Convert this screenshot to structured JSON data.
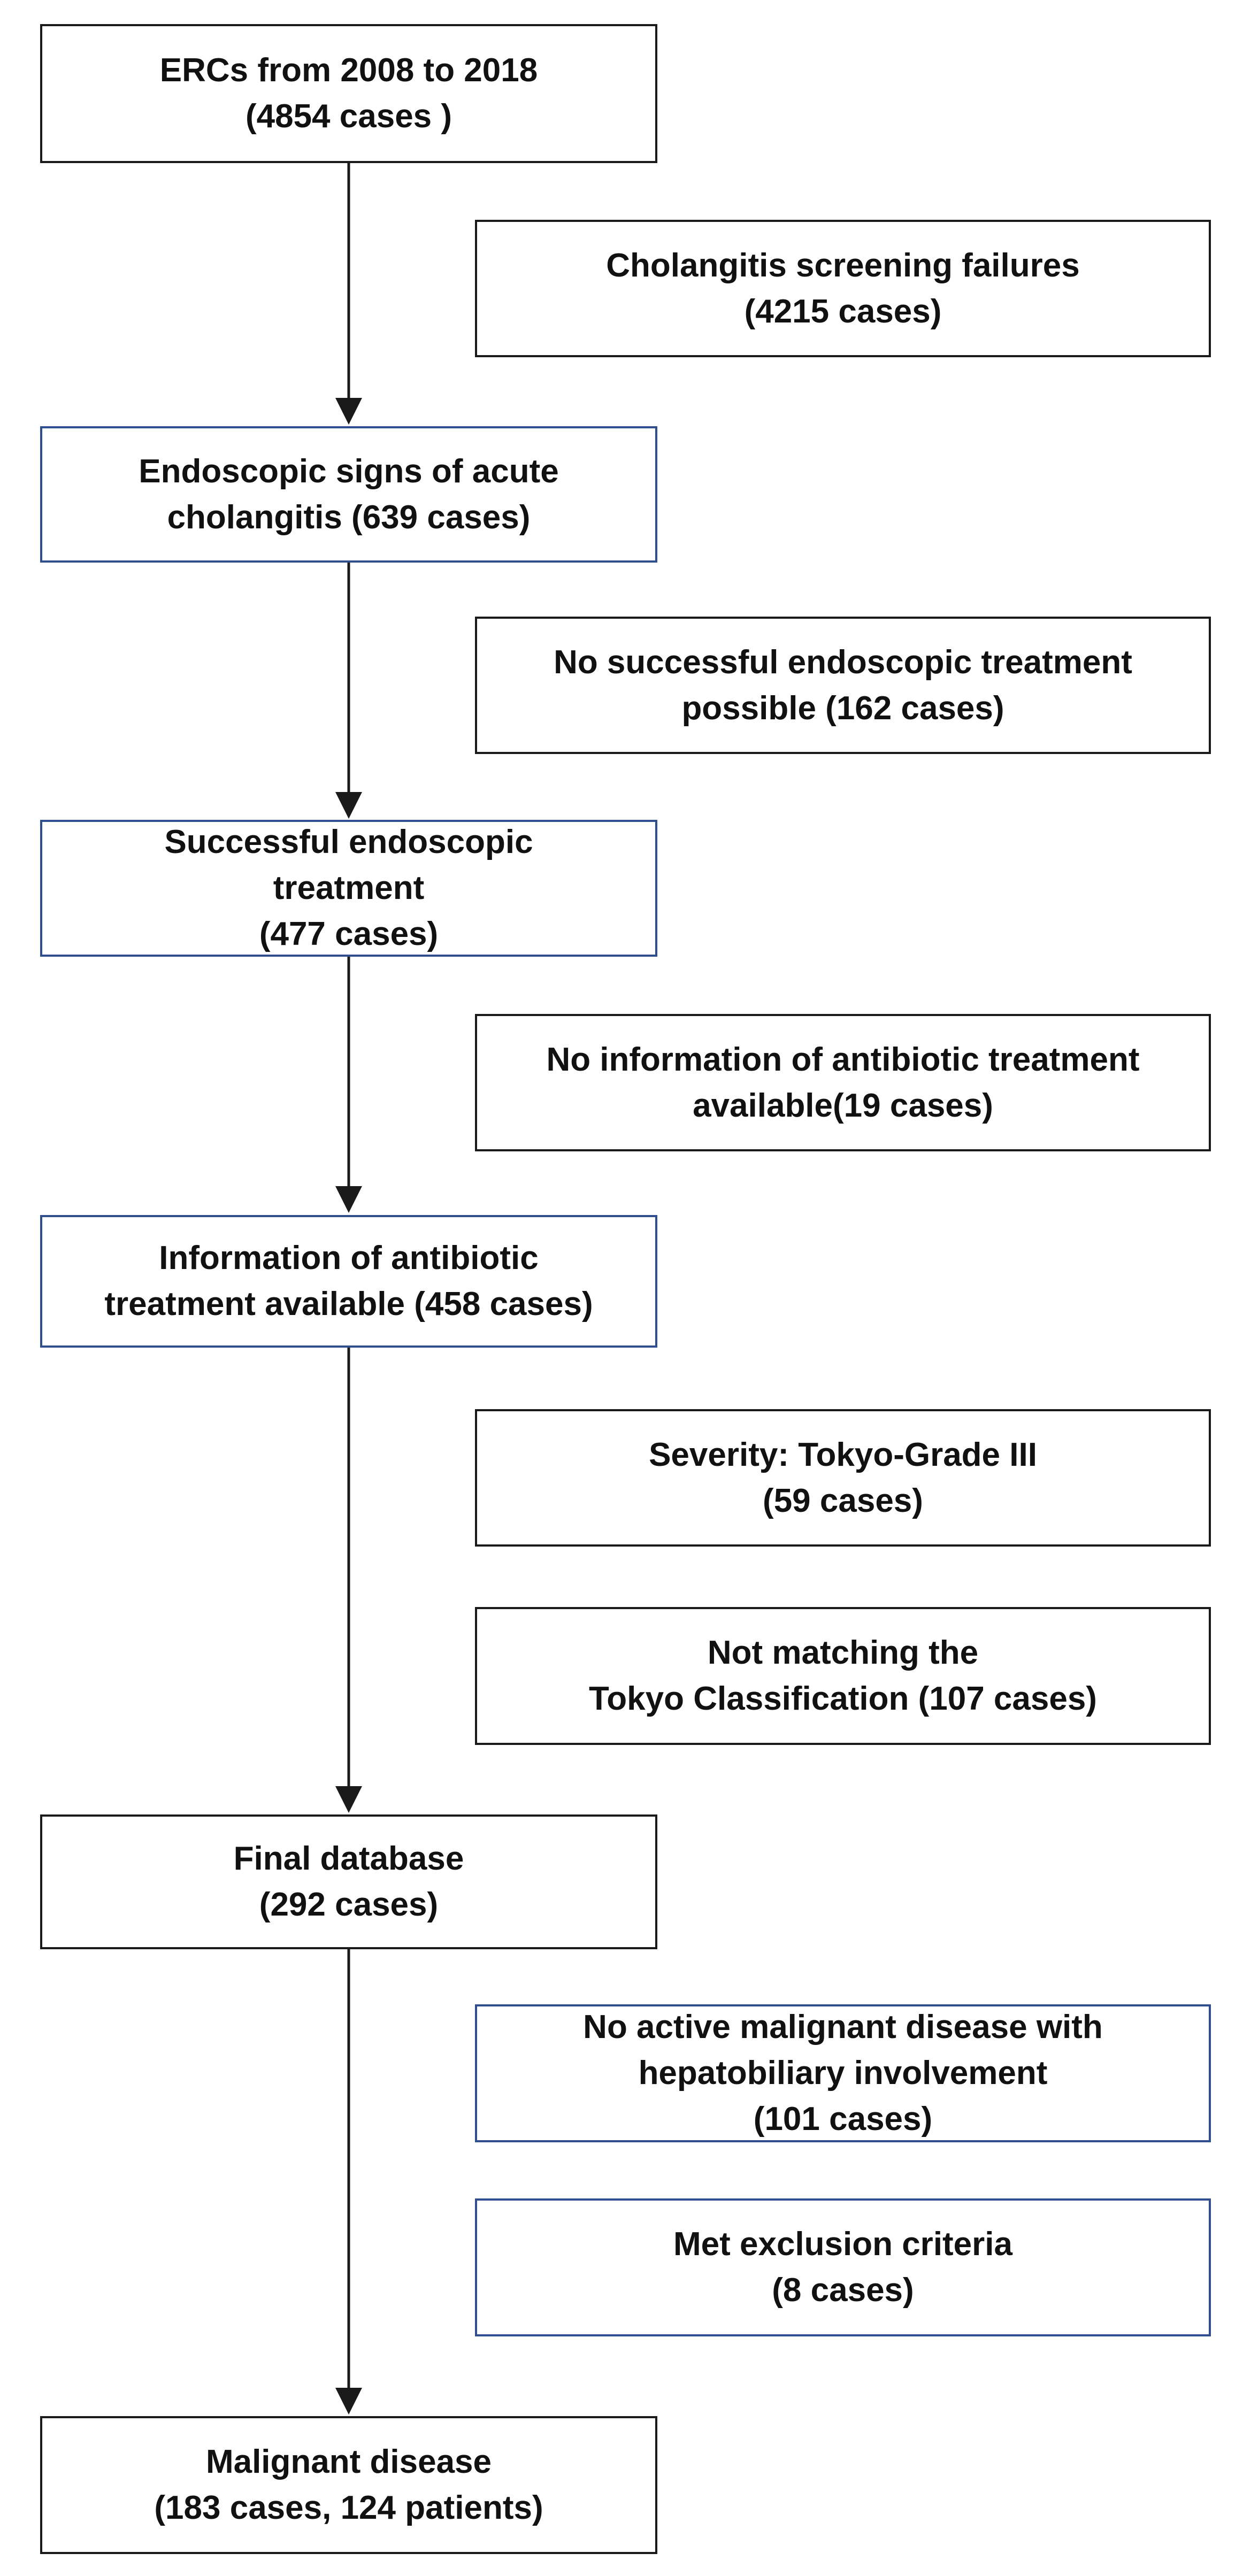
{
  "diagram": {
    "main_flow": [
      {
        "id": "ercs",
        "text": "ERCs from 2008 to 2018\n(4854 cases )"
      },
      {
        "id": "signs",
        "text": "Endoscopic signs of acute\ncholangitis (639 cases)"
      },
      {
        "id": "success",
        "text": "Successful endoscopic\ntreatment\n(477 cases)"
      },
      {
        "id": "info",
        "text": "Information of antibiotic\ntreatment available (458 cases)"
      },
      {
        "id": "final",
        "text": "Final database\n(292 cases)"
      },
      {
        "id": "malignant",
        "text": "Malignant disease\n(183 cases, 124 patients)"
      }
    ],
    "exclusions": [
      {
        "id": "screening",
        "text": "Cholangitis screening failures\n(4215 cases)"
      },
      {
        "id": "no_success",
        "text": "No successful endoscopic treatment\npossible (162 cases)"
      },
      {
        "id": "no_info",
        "text": "No information of antibiotic treatment\navailable(19 cases)"
      },
      {
        "id": "severity",
        "text": "Severity: Tokyo-Grade III\n(59 cases)"
      },
      {
        "id": "not_matching",
        "text": "Not matching the\nTokyo Classification (107 cases)"
      },
      {
        "id": "no_malignant",
        "text": "No active malignant disease with\nhepatobiliary involvement\n(101 cases)"
      },
      {
        "id": "exclusion_criteria",
        "text": "Met exclusion criteria\n(8 cases)"
      }
    ],
    "colors": {
      "black_border": "#1a1a1a",
      "blue_border": "#2f4f8f",
      "arrow": "#1a1a1a"
    }
  }
}
